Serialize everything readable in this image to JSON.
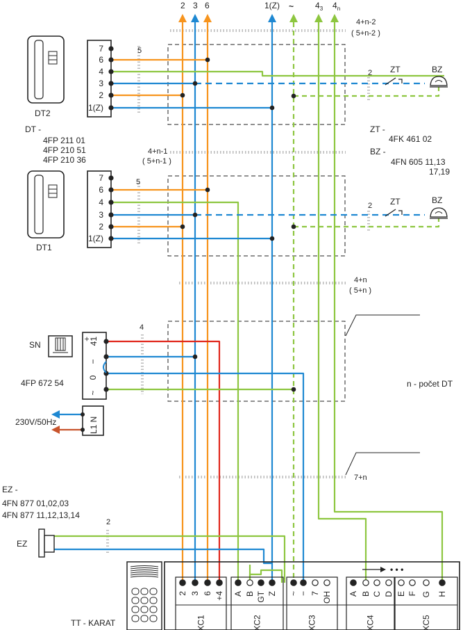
{
  "colors": {
    "orange": "#f7941d",
    "blue": "#1e88d2",
    "green": "#8dc63f",
    "red": "#e0261b",
    "brown": "#c8542c",
    "ink": "#222222"
  },
  "top_labels": [
    "2",
    "3",
    "6",
    "1(Z)",
    "~",
    "4",
    "3",
    "4",
    "n"
  ],
  "bus_labels": {
    "top": {
      "a": "4+n-2",
      "b": "( 5+n-2 )"
    },
    "mid": {
      "a": "4+n-1",
      "b": "( 5+n-1 )"
    },
    "low": {
      "a": "4+n",
      "b": "( 5+n )"
    },
    "sev": "7+n"
  },
  "cable_counts": {
    "dt2": "5",
    "dt1": "5",
    "sn": "4",
    "ez": "2",
    "bz_top": "2",
    "bz_mid": "2"
  },
  "dt2": {
    "name": "DT2",
    "pins": [
      "7",
      "6",
      "4",
      "3",
      "2",
      "1(Z)"
    ]
  },
  "dt1": {
    "name": "DT1",
    "pins": [
      "7",
      "6",
      "4",
      "3",
      "2",
      "1(Z)"
    ]
  },
  "dt_info": {
    "title": "DT -",
    "codes": [
      "4FP 211 01",
      "4FP 210 51",
      "4FP 210 36"
    ]
  },
  "zt_info": {
    "title": "ZT -",
    "code": "4FK 461 02"
  },
  "bz_info": {
    "title": "BZ -",
    "code1": "4FN 605 11,13",
    "code2": "17,19"
  },
  "zt_label": "ZT",
  "bz_label": "BZ",
  "sn": {
    "name": "SN",
    "code": "4FP 672 54",
    "pins": [
      "+",
      "41",
      "−",
      "0",
      "~"
    ],
    "mains": "230V/50Hz",
    "l1n": "L1 N"
  },
  "legend_n": "n - počet DT",
  "ez": {
    "title": "EZ -",
    "codes": [
      "4FN 877 01,02,03",
      "4FN 877 11,12,13,14"
    ],
    "name": "EZ"
  },
  "tt": {
    "name": "TT - KARAT",
    "pins": [
      "2",
      "3",
      "6",
      "+4",
      "A",
      "B",
      "GT",
      "Z",
      "~",
      "−",
      "7",
      "OH",
      "A",
      "B",
      "C",
      "D",
      "E",
      "F",
      "G",
      "H"
    ],
    "groups": [
      "XC1",
      "XC2",
      "XC3",
      "XC4",
      "XC5"
    ],
    "dots": "• • •"
  }
}
